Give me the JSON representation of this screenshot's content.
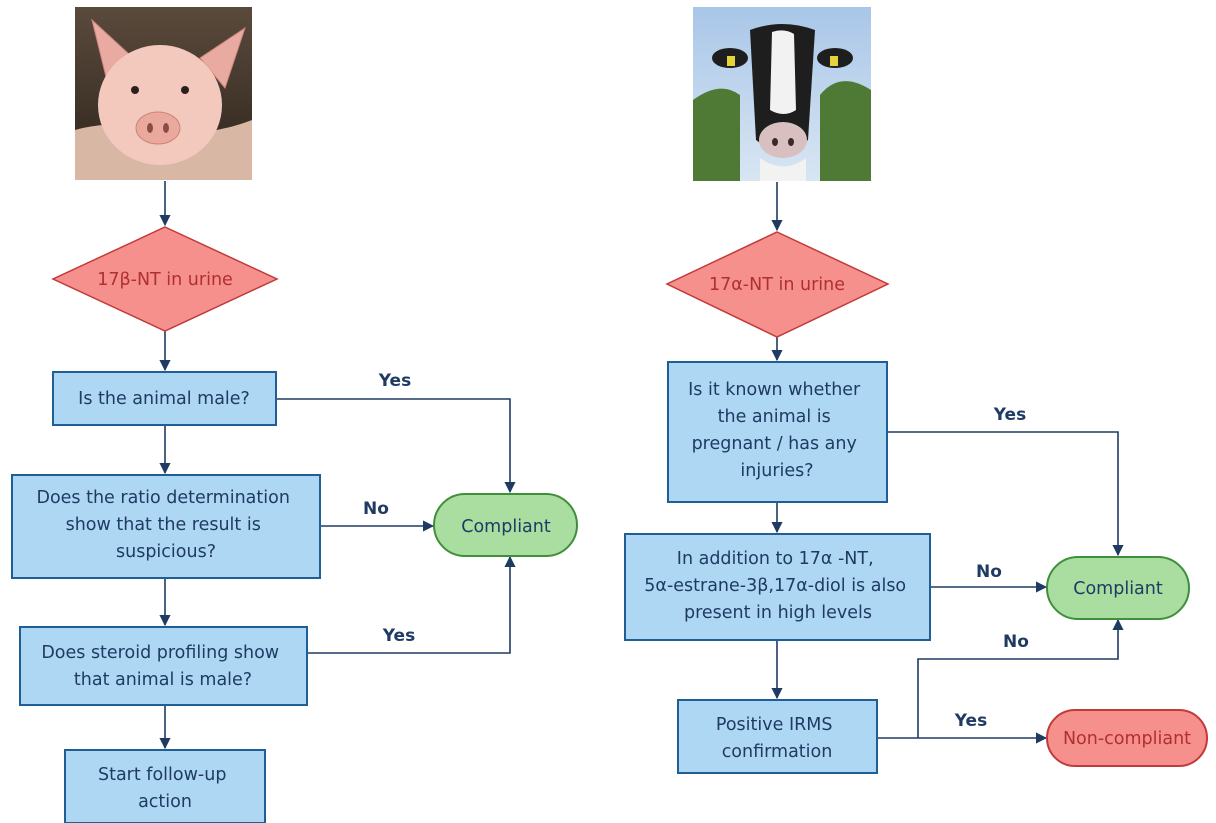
{
  "pig_flow": {
    "start": "17β-NT in urine",
    "q1": [
      "Is the animal male?"
    ],
    "q2": [
      "Does the ratio determination",
      "show that the result is",
      "suspicious?"
    ],
    "q3": [
      "Does steroid profiling show",
      "that animal is male?"
    ],
    "end": [
      "Start follow-up",
      "action"
    ],
    "compliant": "Compliant",
    "edge_yes_1": "Yes",
    "edge_no_2": "No",
    "edge_yes_3": "Yes"
  },
  "cow_flow": {
    "start": "17α-NT in urine",
    "q1": [
      "Is it known whether",
      "the animal is",
      "pregnant / has any",
      "injuries?"
    ],
    "q2": [
      "In addition to 17α -NT,",
      "5α-estrane-3β,17α-diol is also",
      "present in high levels"
    ],
    "q3": [
      "Positive IRMS",
      "confirmation"
    ],
    "compliant": "Compliant",
    "noncompliant": "Non-compliant",
    "edge_yes_1": "Yes",
    "edge_no_2": "No",
    "edge_no_3": "No",
    "edge_yes_3": "Yes"
  },
  "colors": {
    "box_fill": "#aed7f3",
    "box_stroke": "#1f5f96",
    "diamond_fill": "#f6908c",
    "compliant_fill": "#a9dea0",
    "noncompliant_fill": "#f6908c",
    "line": "#1f3b63"
  },
  "icons": [
    "pig-photo",
    "cow-photo"
  ]
}
